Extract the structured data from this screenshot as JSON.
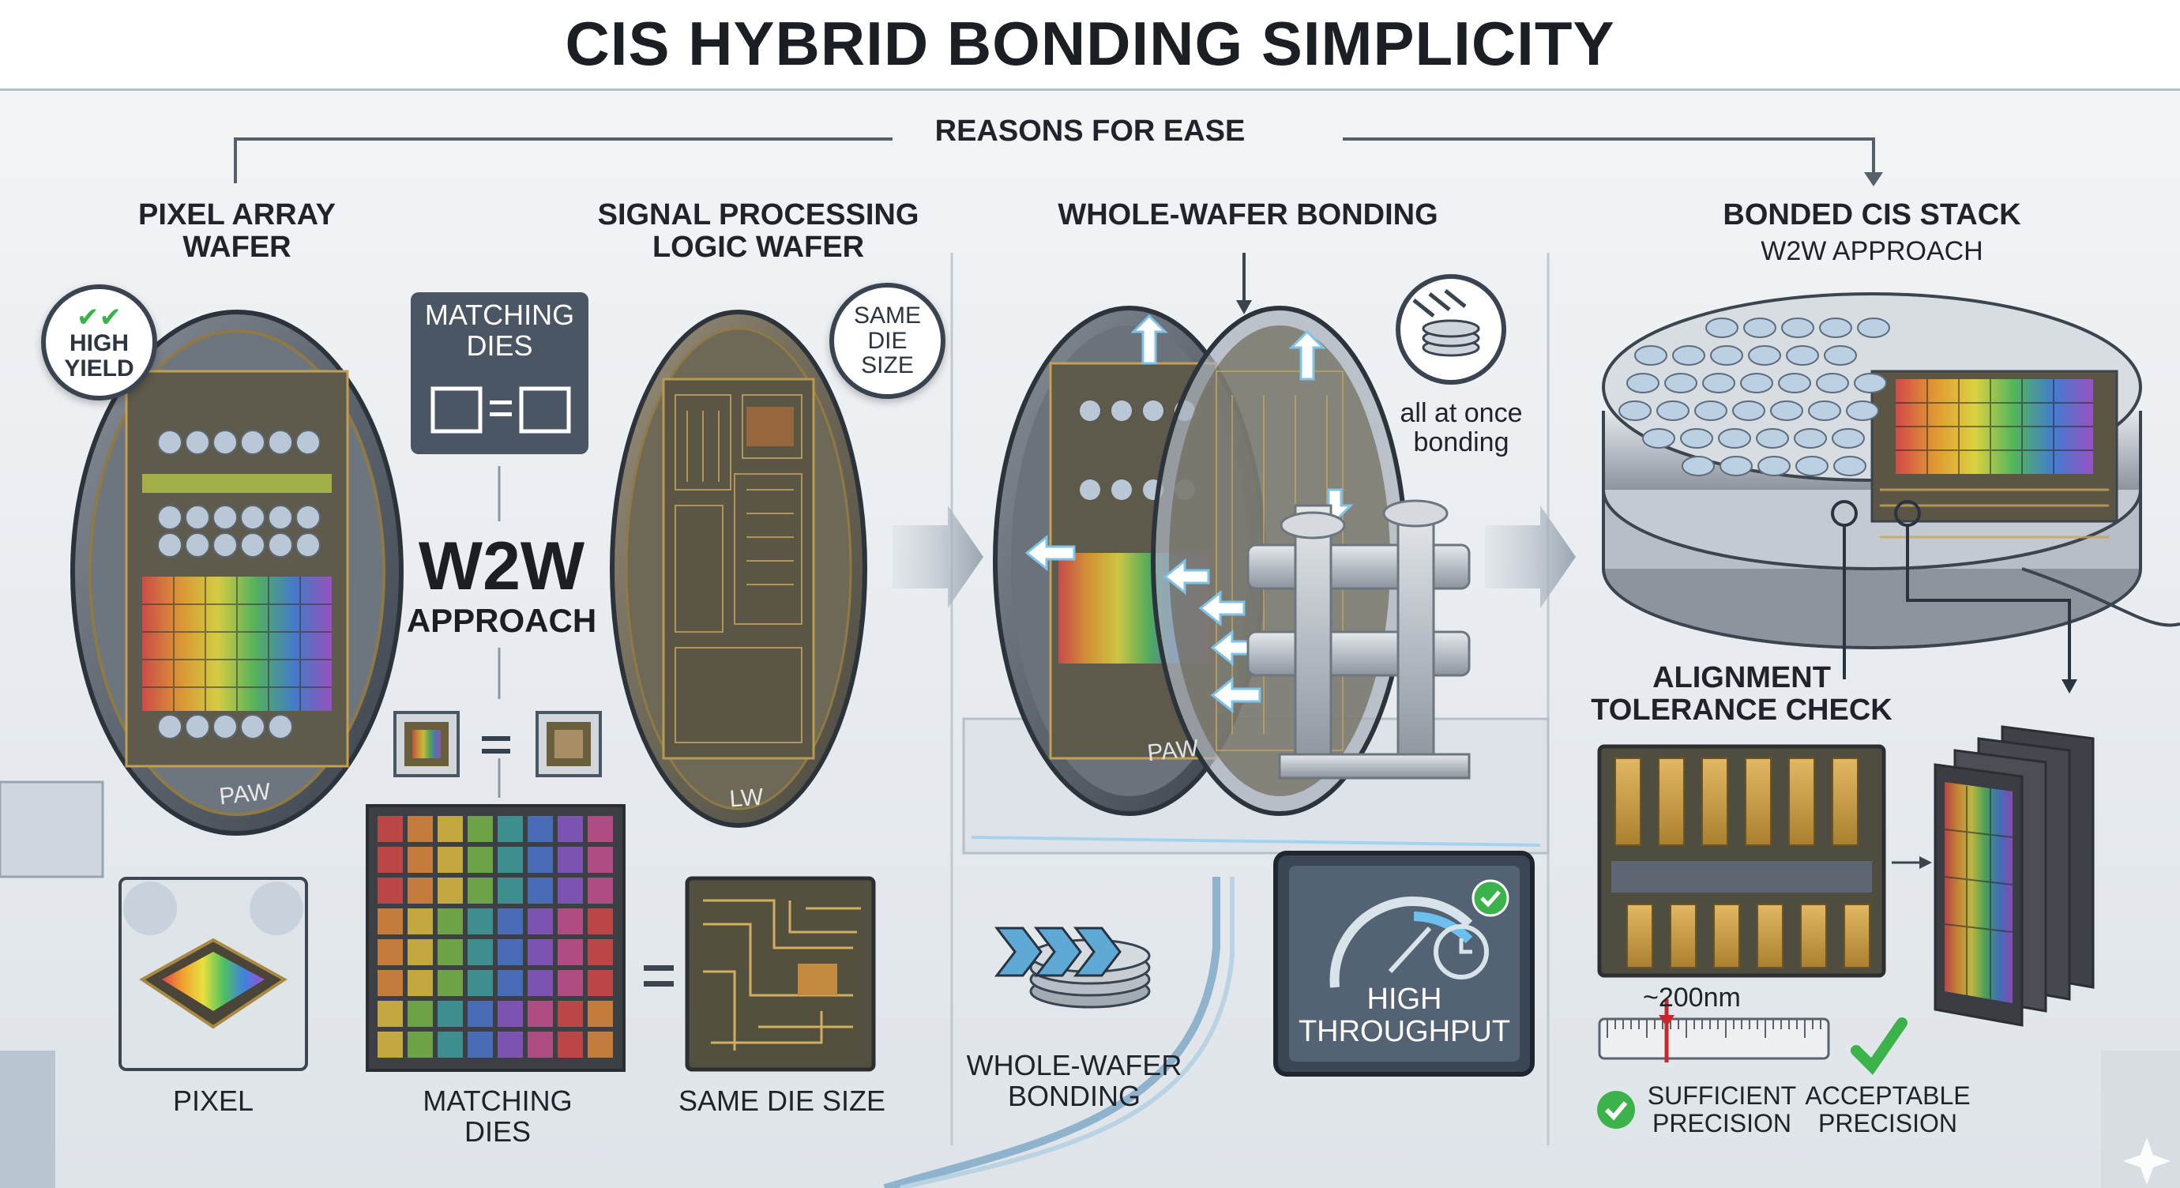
{
  "title": "CIS HYBRID BONDING SIMPLICITY",
  "reasons": "REASONS FOR EASE",
  "panel1": {
    "pixel_array_line1": "PIXEL ARRAY",
    "pixel_array_line2": "WAFER",
    "high_yield_line1": "HIGH",
    "high_yield_line2": "YIELD",
    "paw": "PAW",
    "pixel": "PIXEL"
  },
  "panel2": {
    "matching_dies_box_line1": "MATCHING",
    "matching_dies_box_line2": "DIES",
    "w2w": "W2W",
    "approach": "APPROACH",
    "matching_dies_line1": "MATCHING",
    "matching_dies_line2": "DIES",
    "equals": "="
  },
  "panel3": {
    "signal_line1": "SIGNAL PROCESSING",
    "signal_line2": "LOGIC WAFER",
    "same_die_line1": "SAME",
    "same_die_line2": "DIE",
    "same_die_line3": "SIZE",
    "lw": "LW",
    "same_die_size": "SAME DIE SIZE"
  },
  "panel4": {
    "whole_wafer_bonding": "WHOLE-WAFER BONDING",
    "all_at_once_line1": "all at once",
    "all_at_once_line2": "bonding",
    "paw": "PAW",
    "whole_wafer_line1": "WHOLE-WAFER",
    "whole_wafer_line2": "BONDING",
    "high_line1": "HIGH",
    "high_line2": "THROUGHPUT"
  },
  "panel5": {
    "bonded_line1": "BONDED CIS STACK",
    "bonded_line2": "W2W APPROACH",
    "align_line1": "ALIGNMENT",
    "align_line2": "TOLERANCE CHECK",
    "tolerance": "~200nm",
    "sufficient_line1": "SUFFICIENT",
    "sufficient_line2": "PRECISION",
    "acceptable_line1": "ACCEPTABLE",
    "acceptable_line2": "PRECISION"
  },
  "colors": {
    "accent_blue": "#5aa7d8",
    "check_green": "#3bb34a",
    "dark_panel": "#4a5663"
  }
}
